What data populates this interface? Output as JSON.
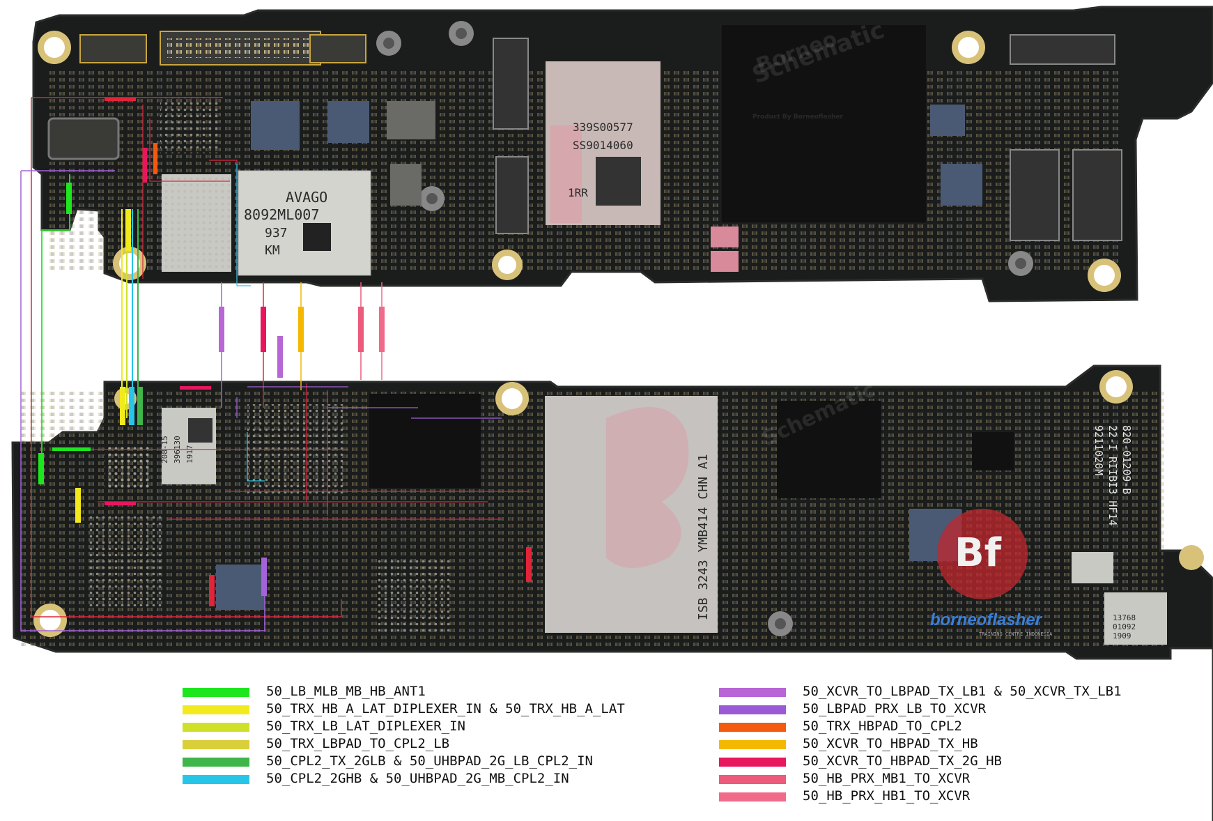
{
  "boards": {
    "top": {
      "chips": {
        "avago": {
          "line1": "AVAGO",
          "line2": "8092ML007",
          "line3": "937",
          "line4": "KM"
        },
        "memory": {
          "line1": "339S00577",
          "line2": "SS9014060",
          "line3": "1RR"
        }
      }
    },
    "bottom": {
      "chips": {
        "small_left": {
          "line1": "208-15",
          "line2": "396130",
          "line3": "1917"
        },
        "nand": {
          "text": "ISB 3243 YMB414 CHN A1"
        },
        "small_right": {
          "line1": "13768",
          "line2": "01092",
          "line3": "1909"
        }
      },
      "silkscreen": {
        "line1": "820-01209-B",
        "line2": "22-I RIIBI3 HF14",
        "line3": "9211020M"
      }
    }
  },
  "watermark": {
    "brand": "borneoflasher",
    "schematic_line1": "Borneo",
    "schematic_line2": "Schematic",
    "product_by": "Product By Borneoflasher",
    "training": "TRAINING CENTRE INDONESIA"
  },
  "legend": {
    "left": [
      {
        "color": "#1ee61e",
        "label": "50_LB_MLB_MB_HB_ANT1"
      },
      {
        "color": "#f2ea1c",
        "label": "50_TRX_HB_A_LAT_DIPLEXER_IN & 50_TRX_HB_A_LAT"
      },
      {
        "color": "#cfe02a",
        "label": "50_TRX_LB_LAT_DIPLEXER_IN"
      },
      {
        "color": "#d9cf3a",
        "label": "50_TRX_LBPAD_TO_CPL2_LB"
      },
      {
        "color": "#3fb54a",
        "label": "50_CPL2_TX_2GLB & 50_UHBPAD_2G_LB_CPL2_IN"
      },
      {
        "color": "#27c6e8",
        "label": "50_CPL2_2GHB & 50_UHBPAD_2G_MB_CPL2_IN"
      }
    ],
    "right": [
      {
        "color": "#b866d6",
        "label": "50_XCVR_TO_LBPAD_TX_LB1 & 50_XCVR_TX_LB1"
      },
      {
        "color": "#9a5ad6",
        "label": "50_LBPAD_PRX_LB_TO_XCVR"
      },
      {
        "color": "#f45a0f",
        "label": "50_TRX_HBPAD_TO_CPL2"
      },
      {
        "color": "#f5b800",
        "label": "50_XCVR_TO_HBPAD_TX_HB"
      },
      {
        "color": "#e8175d",
        "label": "50_XCVR_TO_HBPAD_TX_2G_HB"
      },
      {
        "color": "#ec5a7c",
        "label": "50_HB_PRX_MB1_TO_XCVR"
      },
      {
        "color": "#f06a8a",
        "label": "50_HB_PRX_HB1_TO_XCVR"
      }
    ]
  },
  "colors": {
    "pcb": "#1b1d1c",
    "pcb_edge": "#2a2c2a",
    "gold": "#c9a640",
    "shield": "#c9c9c4",
    "pink_shield": "#d6b3b3",
    "trace_red": "#e0243a",
    "trace_purple": "#a463d8"
  }
}
